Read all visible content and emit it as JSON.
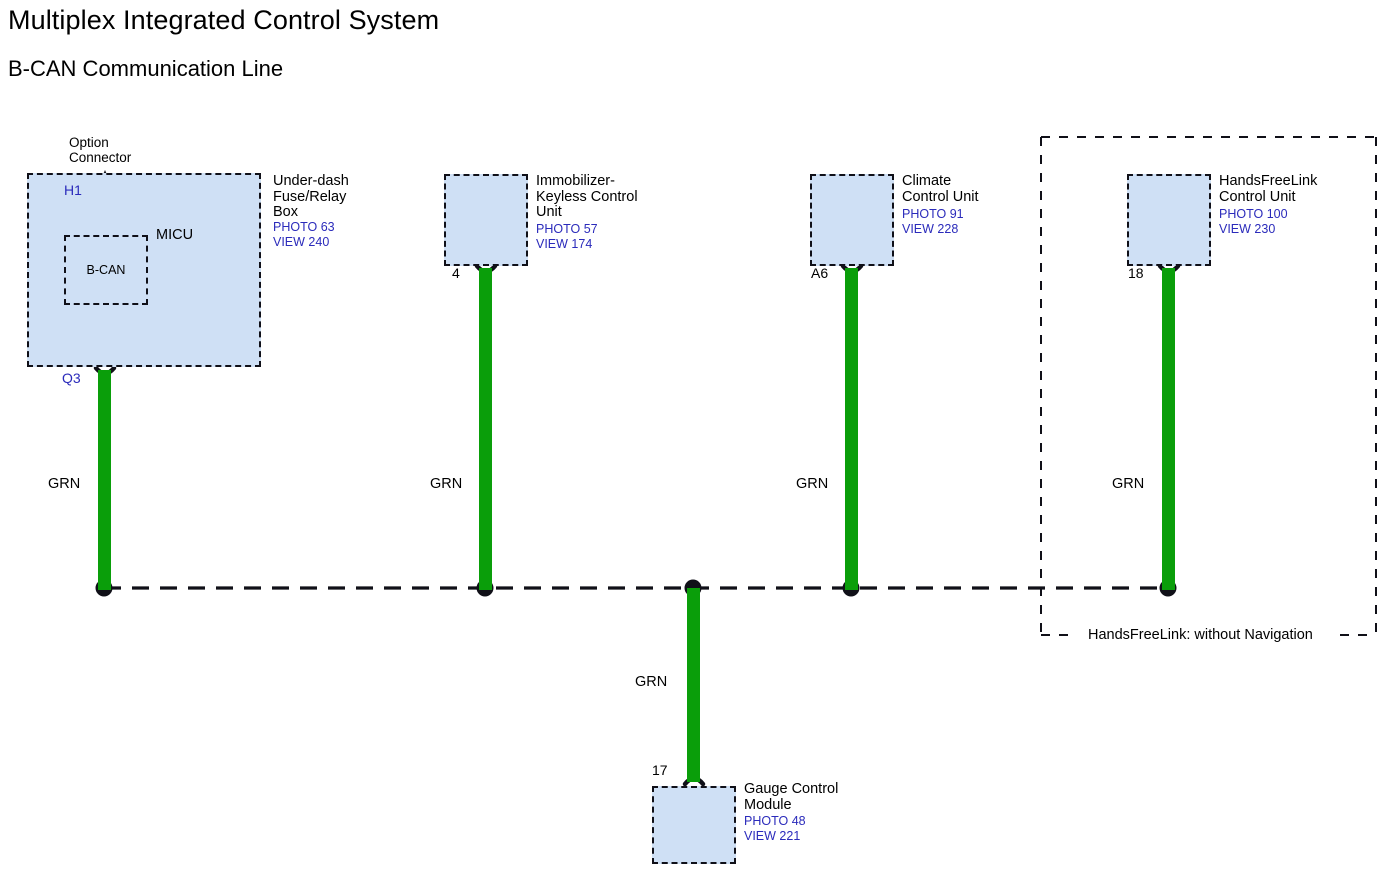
{
  "header": {
    "title": "Multiplex Integrated Control System",
    "subtitle": "B-CAN Communication Line"
  },
  "diagram": {
    "bus_name": "B-CAN Communication Line",
    "wire_color_code": "GRN",
    "wire_color_hex": "#0a9e0a",
    "module_fill_hex": "#cfe0f5",
    "reference_text_hex": "#2b2bbb",
    "group_note": "HandsFreeLink: without Navigation",
    "option_connector_label_line1": "Option",
    "option_connector_label_line2": "Connector",
    "micu_label": "MICU",
    "bcan_label": "B-CAN",
    "modules": [
      {
        "id": "under-dash-fuse-relay-box",
        "name_lines": [
          "Under-dash",
          "Fuse/Relay",
          "Box"
        ],
        "photo": "PHOTO 63",
        "view": "VIEW 240",
        "top_pin": "H1",
        "bottom_pin": "Q3",
        "wire_label": "GRN"
      },
      {
        "id": "immobilizer-keyless-control-unit",
        "name_lines": [
          "Immobilizer-",
          "Keyless Control",
          "Unit"
        ],
        "photo": "PHOTO 57",
        "view": "VIEW 174",
        "bottom_pin": "4",
        "wire_label": "GRN"
      },
      {
        "id": "climate-control-unit",
        "name_lines": [
          "Climate",
          "Control Unit"
        ],
        "photo": "PHOTO 91",
        "view": "VIEW 228",
        "bottom_pin": "A6",
        "wire_label": "GRN"
      },
      {
        "id": "handsfreelink-control-unit",
        "name_lines": [
          "HandsFreeLink",
          "Control Unit"
        ],
        "photo": "PHOTO 100",
        "view": "VIEW 230",
        "bottom_pin": "18",
        "wire_label": "GRN"
      },
      {
        "id": "gauge-control-module",
        "name_lines": [
          "Gauge Control",
          "Module"
        ],
        "photo": "PHOTO 48",
        "view": "VIEW 221",
        "top_pin": "17",
        "wire_label": "GRN"
      }
    ]
  }
}
